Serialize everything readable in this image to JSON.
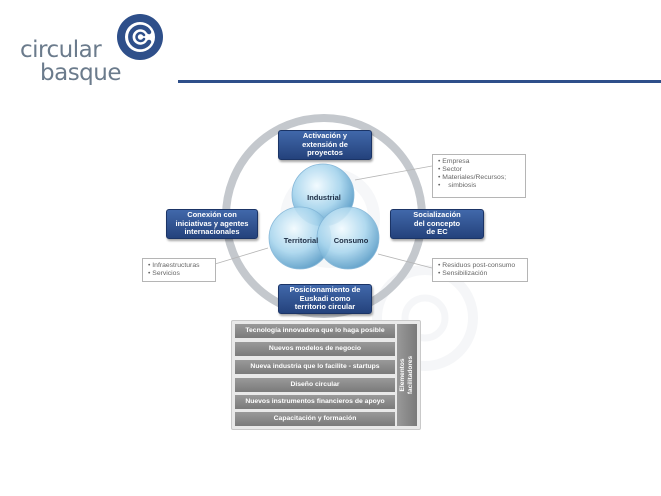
{
  "logo": {
    "line1": "circular",
    "line2": "basque",
    "colors": {
      "mark": "#2e4f8a",
      "text": "#6b7b8c"
    }
  },
  "diagram": {
    "top_node": "Activación y\nextensión de\nproyectos",
    "left_node": "Conexión con\niniciativas y agentes\ninternacionales",
    "right_node": "Socialización\ndel concepto\nde EC",
    "bottom_node": "Posicionamiento de\nEuskadi como\nterritorio circular",
    "circles": {
      "top": "Industrial",
      "left": "Territorial",
      "right": "Consumo"
    },
    "callouts": {
      "right_top": [
        "Empresa",
        "Sector",
        "Materiales/Recursos;",
        "simbiosis"
      ],
      "left": [
        "Infraestructuras",
        "Servicios"
      ],
      "right_bottom": [
        "Residuos post-consumo",
        "Sensibilización"
      ]
    }
  },
  "enablers": {
    "items": [
      "Tecnología innovadora que lo haga posible",
      "Nuevos modelos de negocio",
      "Nueva industria que lo facilite - startups",
      "Diseño circular",
      "Nuevos instrumentos financieros de apoyo",
      "Capacitación y formación"
    ],
    "side_label": "Elementos\nfacilitadores"
  }
}
